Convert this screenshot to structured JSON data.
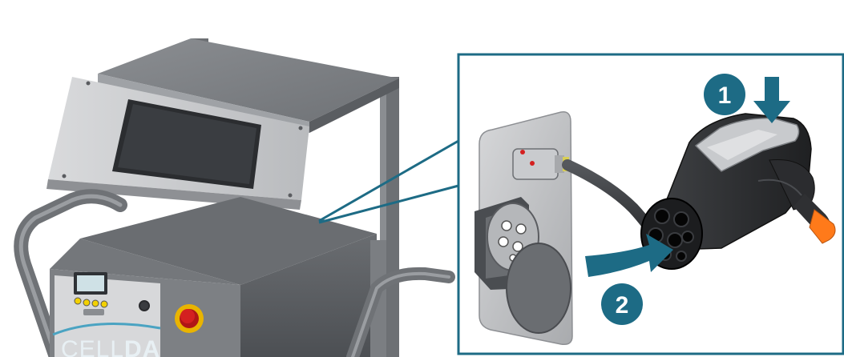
{
  "device": {
    "brand_light": "CELL",
    "brand_bold": "DA"
  },
  "steps": [
    {
      "number": "1",
      "action": "press-down"
    },
    {
      "number": "2",
      "action": "insert"
    }
  ],
  "colors": {
    "accent": "#1d6b85",
    "callout_border": "#1d6b85",
    "device_body": "#5f6266",
    "frame": "#7b7e82",
    "panel": "#c9cacc",
    "screen": "#2b2d30",
    "estop_red": "#d42020",
    "estop_yellow": "#e9b400",
    "connector_tip": "#ff7a1a"
  },
  "icons": {
    "step1_arrow": "arrow-down-icon",
    "step2_arrow": "curved-arrow-right-icon"
  }
}
